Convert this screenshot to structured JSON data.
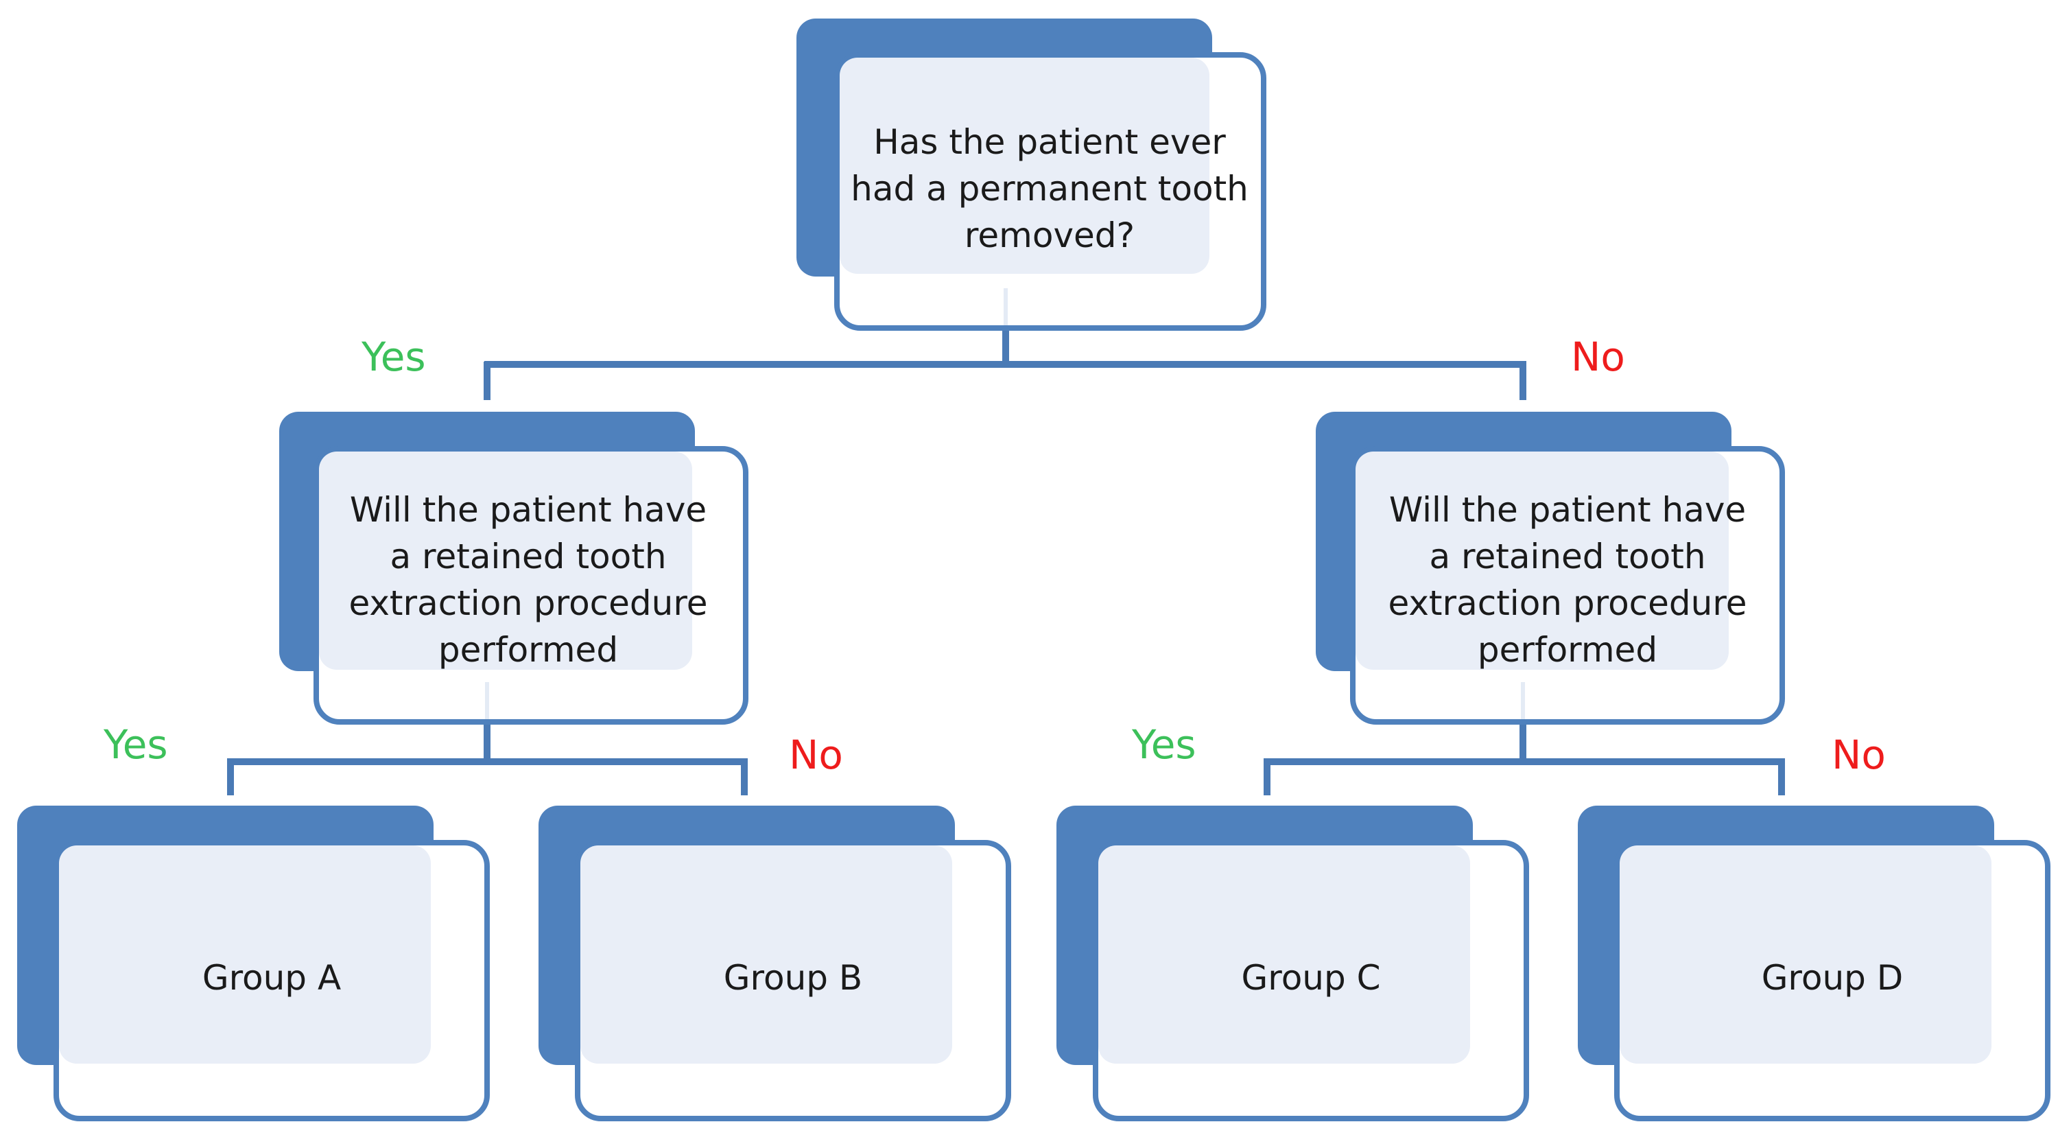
{
  "diagram": {
    "root": {
      "question": "Has the patient ever had a permanent tooth removed?"
    },
    "left_question": {
      "question": "Will the patient have a retained tooth extraction procedure performed"
    },
    "right_question": {
      "question": "Will the patient have a retained tooth extraction procedure performed"
    },
    "groups": [
      {
        "label": "Group A"
      },
      {
        "label": "Group B"
      },
      {
        "label": "Group C"
      },
      {
        "label": "Group D"
      }
    ],
    "branches": {
      "root_yes": "Yes",
      "root_no": "No",
      "left_yes": "Yes",
      "left_no": "No",
      "right_yes": "Yes",
      "right_no": "No"
    },
    "colors": {
      "box_fill": "#4f81bd",
      "box_border": "#4f81bd",
      "connector": "#4a7ab5",
      "yes_label": "#3cc05a",
      "no_label": "#ee1c1c"
    }
  }
}
